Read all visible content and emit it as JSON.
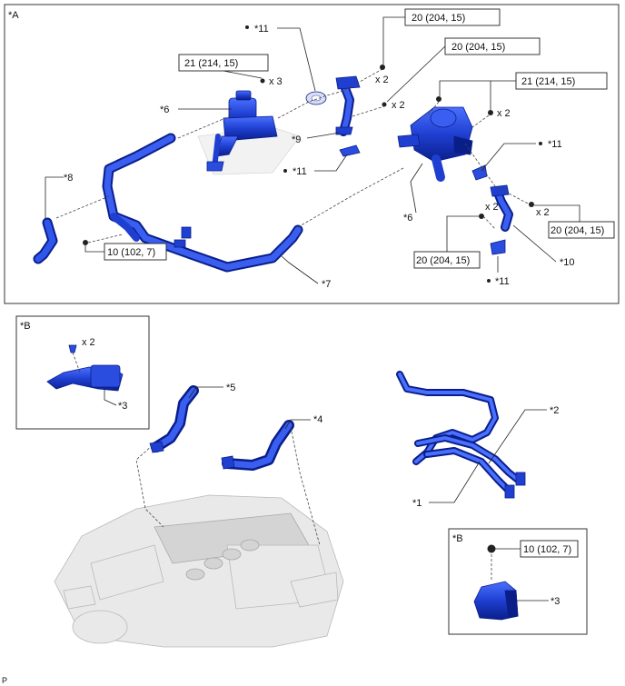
{
  "colors": {
    "part_blue": "#1f3fd1",
    "part_dark": "#0a1e8a",
    "part_light": "#4a70ff",
    "engine_gray": "#e6e6e6"
  },
  "frames": {
    "a": {
      "label": "*A"
    },
    "b_top": {
      "label": "*B"
    },
    "b_bottom": {
      "label": "*B"
    }
  },
  "torque": {
    "t1": "20 (204, 15)",
    "t2": "20 (204, 15)",
    "t3": "21 (214, 15)",
    "t4": "21 (214, 15)",
    "t5": "20 (204, 15)",
    "t6": "20 (204, 15)",
    "t7": "10 (102, 7)",
    "t8": "10 (102, 7)"
  },
  "quantities": {
    "q1": "x 2",
    "q2": "x 2",
    "q3": "x 3",
    "q4": "x 2",
    "q5": "x 2",
    "q6": "x 2",
    "q7": "x 2"
  },
  "callouts": {
    "c11a": "*11",
    "c11b": "*11",
    "c11c": "*11",
    "c11d": "*11",
    "c6a": "*6",
    "c6b": "*6",
    "c8": "*8",
    "c9": "*9",
    "c7": "*7",
    "c10": "*10",
    "c3a": "*3",
    "c3b": "*3",
    "c5": "*5",
    "c4": "*4",
    "c2": "*2",
    "c1": "*1"
  },
  "footer": {
    "code": "P"
  }
}
